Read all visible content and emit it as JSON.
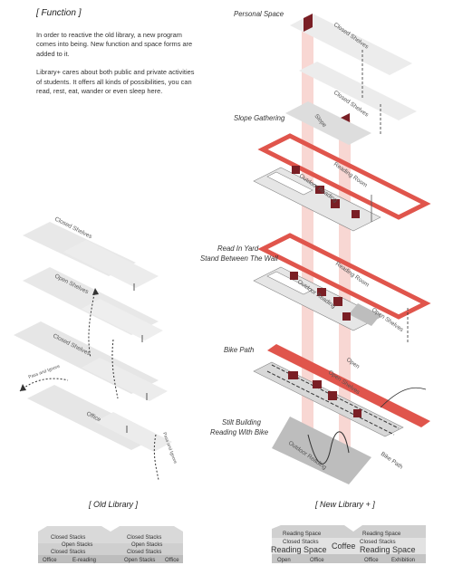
{
  "function": {
    "title": "[ Function ]",
    "para1": "In order to reactive the old library, a new program comes into being. New function and space forms are added to it.",
    "para2": "Library+ cares about both public and private activities of students. It offers all kinds of possibilities, you can read, rest, eat, wander or even sleep here."
  },
  "new_library_labels": {
    "personal_space": "Personal Space",
    "slope_gathering": "Slope Gathering",
    "read_in_yard": "Read In Yard",
    "stand_between_wall": "Stand Between The Wall",
    "bike_path": "Bike Path",
    "stilt_building": "Stilt Building",
    "reading_with_bike": "Reading With Bike"
  },
  "floor_labels": {
    "closed_shelves_top": "Closed Shelves",
    "closed_shelves_2": "Closed Shelves",
    "slope": "Slope",
    "reading_room_1": "Reading Room",
    "outdoor_reading_1": "Outdoor Reading",
    "reading_room_2": "Reading Room",
    "outdoor_reading_2": "Outdoor Reading",
    "open_shelves_r": "Open Shelves",
    "open": "Open",
    "open_shelves_r2": "Open Shelves",
    "outdoor_reading_3": "Outdoor Reading",
    "bike_path_label": "Bike Path"
  },
  "old_library_labels": {
    "closed_shelves_a": "Closed Shelves",
    "open_shelves": "Open Shelves",
    "closed_shelves_b": "Closed Shelves",
    "pass_ignore_1": "Pass and Ignore",
    "office": "Office",
    "pass_ignore_2": "Pass and Ignore"
  },
  "captions": {
    "old_library": "[ Old Library ]",
    "new_library": "[ New Library + ]"
  },
  "old_section": {
    "row1_left": "Closed Stacks",
    "row1_right": "Closed Stacks",
    "row2_left": "Open Stacks",
    "row2_right": "Open Stacks",
    "row3_left": "Closed Stacks",
    "row3_right": "Closed Stacks",
    "bottom": [
      "Office",
      "E-reading",
      "Open Stacks",
      "Office"
    ]
  },
  "new_section": {
    "top_left": "Reading Space",
    "top_right": "Reading Space",
    "mid_left": "Closed Stacks",
    "mid_right": "Closed Stacks",
    "big_left": "Reading Space",
    "center": "Coffee",
    "big_right": "Reading Space",
    "bottom": [
      "Open",
      "Office",
      "Office",
      "Exhibition"
    ]
  },
  "colors": {
    "accent_red": "#e0554c",
    "dark_red": "#7a1f25",
    "pale_red": "#f2b8b3",
    "gray_floor": "#e6e6e6",
    "dark_gray": "#9a9a9a"
  }
}
